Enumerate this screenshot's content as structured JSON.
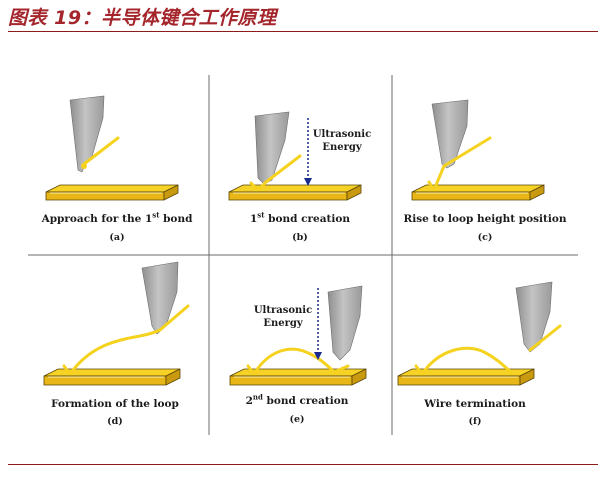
{
  "figure": {
    "title": "图表 19：半导体键合工作原理"
  },
  "panels": [
    {
      "id": "a",
      "caption_pre": "Approach for the 1",
      "caption_sup": "st",
      "caption_post": " bond",
      "label": "(a)"
    },
    {
      "id": "b",
      "caption_pre": "1",
      "caption_sup": "st",
      "caption_post": " bond creation",
      "label": "(b)",
      "energy_label": "Ultrasonic Energy"
    },
    {
      "id": "c",
      "caption_pre": "Rise to loop height position",
      "caption_sup": "",
      "caption_post": "",
      "label": "(c)"
    },
    {
      "id": "d",
      "caption_pre": "Formation of the loop",
      "caption_sup": "",
      "caption_post": "",
      "label": "(d)"
    },
    {
      "id": "e",
      "caption_pre": "2",
      "caption_sup": "nd",
      "caption_post": " bond creation",
      "label": "(e)",
      "energy_label": "Ultrasonic Energy"
    },
    {
      "id": "f",
      "caption_pre": "Wire termination",
      "caption_sup": "",
      "caption_post": "",
      "label": "(f)"
    }
  ],
  "colors": {
    "title": "#a4262c",
    "rule": "#8c1c1c",
    "substrate": "#f2c81a",
    "substrate_edge": "#4a3a08",
    "wire": "#f5d21e",
    "capillary": "#a9a9a9",
    "grid": "#666666",
    "arrow": "#1a2a8c"
  }
}
